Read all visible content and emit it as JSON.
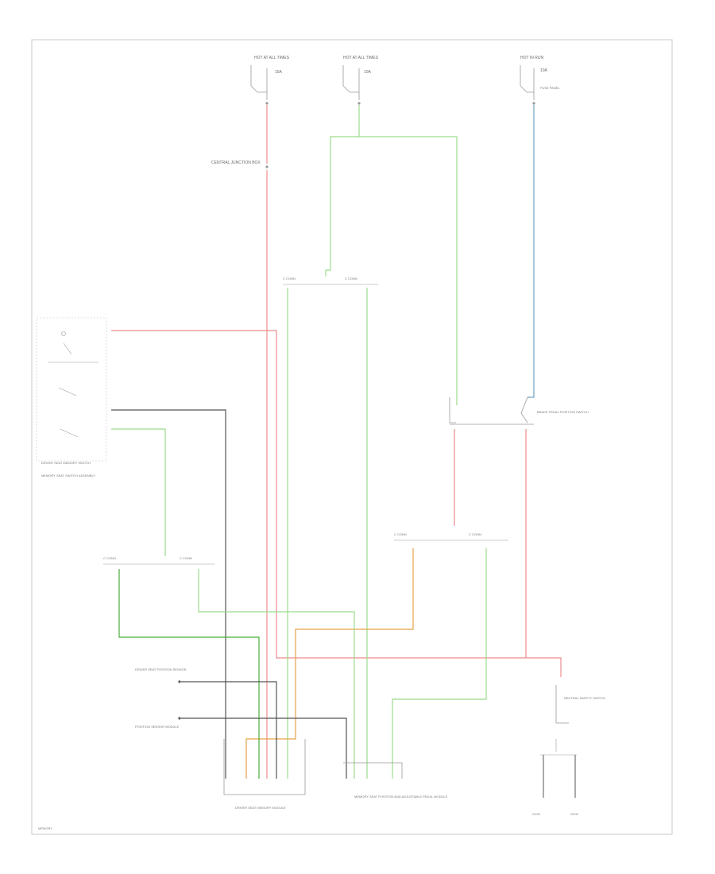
{
  "diagram": {
    "colors": {
      "red": "#ec8c8c",
      "green": "#9cdc8c",
      "dark_green": "#4caa3c",
      "blue": "#6f9fbf",
      "black": "#555555",
      "orange": "#e6a24c",
      "frame": "#c8c8c8",
      "component": "#9a9a9a"
    },
    "icons": [
      "switch-symbol",
      "fuse-symbol",
      "ground-symbol",
      "connector-pin"
    ],
    "text": {
      "fuse_left_top": "HOT AT ALL TIMES",
      "fuse_left_rating": "15A",
      "fuse_mid_top": "HOT AT ALL TIMES",
      "fuse_mid_rating": "10A",
      "fuse_right_top": "HOT IN RUN",
      "fuse_right_rating": "10A",
      "fuse_right_desc": "FUSE PANEL",
      "junction_block": "CENTRAL JUNCTION BOX",
      "conn_top_left": "C CONN",
      "conn_top_right": "C CONN",
      "switch_name": "DRIVER SEAT MEMORY SWITCH",
      "switch_desc": "MEMORY SEAT SWITCH ASSEMBLY",
      "brake_switch": "BRAKE PEDAL POSITION SWITCH",
      "conn_mid_left": "C CONN",
      "conn_mid_right": "C CONN",
      "conn_lower_left": "C CONN",
      "conn_lower_right": "C CONN",
      "left_pins": "DRIVER SEAT POSITION SENSOR",
      "left_pins_2": "POSITION SENSOR MODULE",
      "left_module": "DRIVER SEAT MEMORY MODULE",
      "center_module": "MEMORY SEAT POSITION AND ADJUSTABLE PEDAL MODULE",
      "relay": "NEUTRAL SAFETY SWITCH",
      "ground_left": "G100",
      "ground_right": "G200",
      "page_id": "MEMORY"
    }
  }
}
